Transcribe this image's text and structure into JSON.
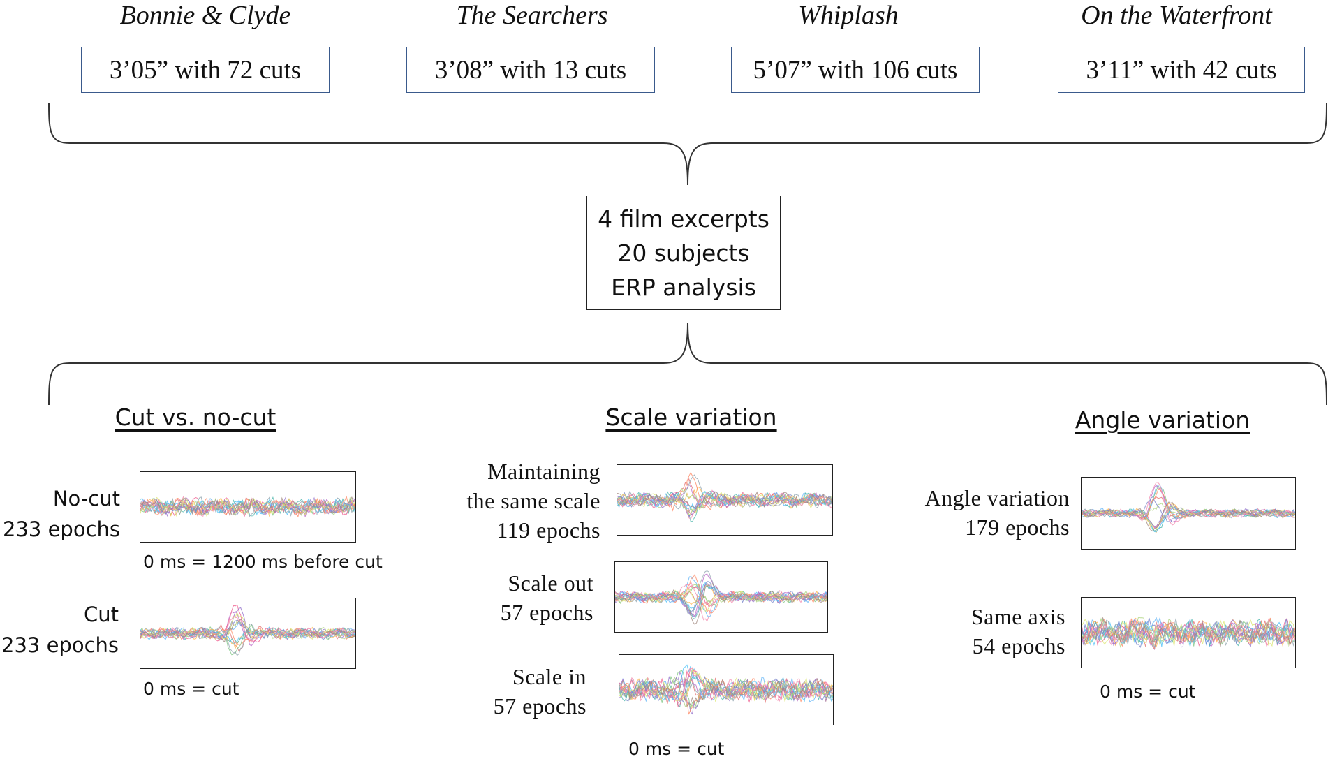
{
  "films": [
    {
      "title": "Bonnie & Clyde",
      "summary": "3’05” with 72 cuts"
    },
    {
      "title": "The Searchers",
      "summary": "3’08” with 13 cuts"
    },
    {
      "title": "Whiplash",
      "summary": "5’07” with 106 cuts"
    },
    {
      "title": "On the Waterfront",
      "summary": "3’11” with 42 cuts"
    }
  ],
  "center": {
    "line1": "4 film excerpts",
    "line2": "20 subjects",
    "line3": "ERP analysis"
  },
  "conditions": {
    "cut": {
      "heading": "Cut vs. no-cut",
      "nocut": {
        "line1": "No-cut",
        "line2": "233 epochs",
        "caption": "0 ms = 1200 ms before cut"
      },
      "cut": {
        "line1": "Cut",
        "line2": "233 epochs",
        "caption": "0 ms = cut"
      }
    },
    "scale": {
      "heading": "Scale variation",
      "same": {
        "line1": "Maintaining",
        "line2": "the same scale",
        "line3": "119 epochs"
      },
      "out": {
        "line1": "Scale out",
        "line2": "57 epochs"
      },
      "in": {
        "line1": "Scale in",
        "line2": "57 epochs"
      },
      "caption": "0 ms = cut"
    },
    "angle": {
      "heading": "Angle variation",
      "variation": {
        "line1": "Angle variation",
        "line2": "179 epochs"
      },
      "same": {
        "line1": "Same axis",
        "line2": "54 epochs"
      },
      "caption": "0 ms = cut"
    }
  },
  "colors": {
    "film_box_border": "#3a5a8c",
    "line": "#333333"
  }
}
